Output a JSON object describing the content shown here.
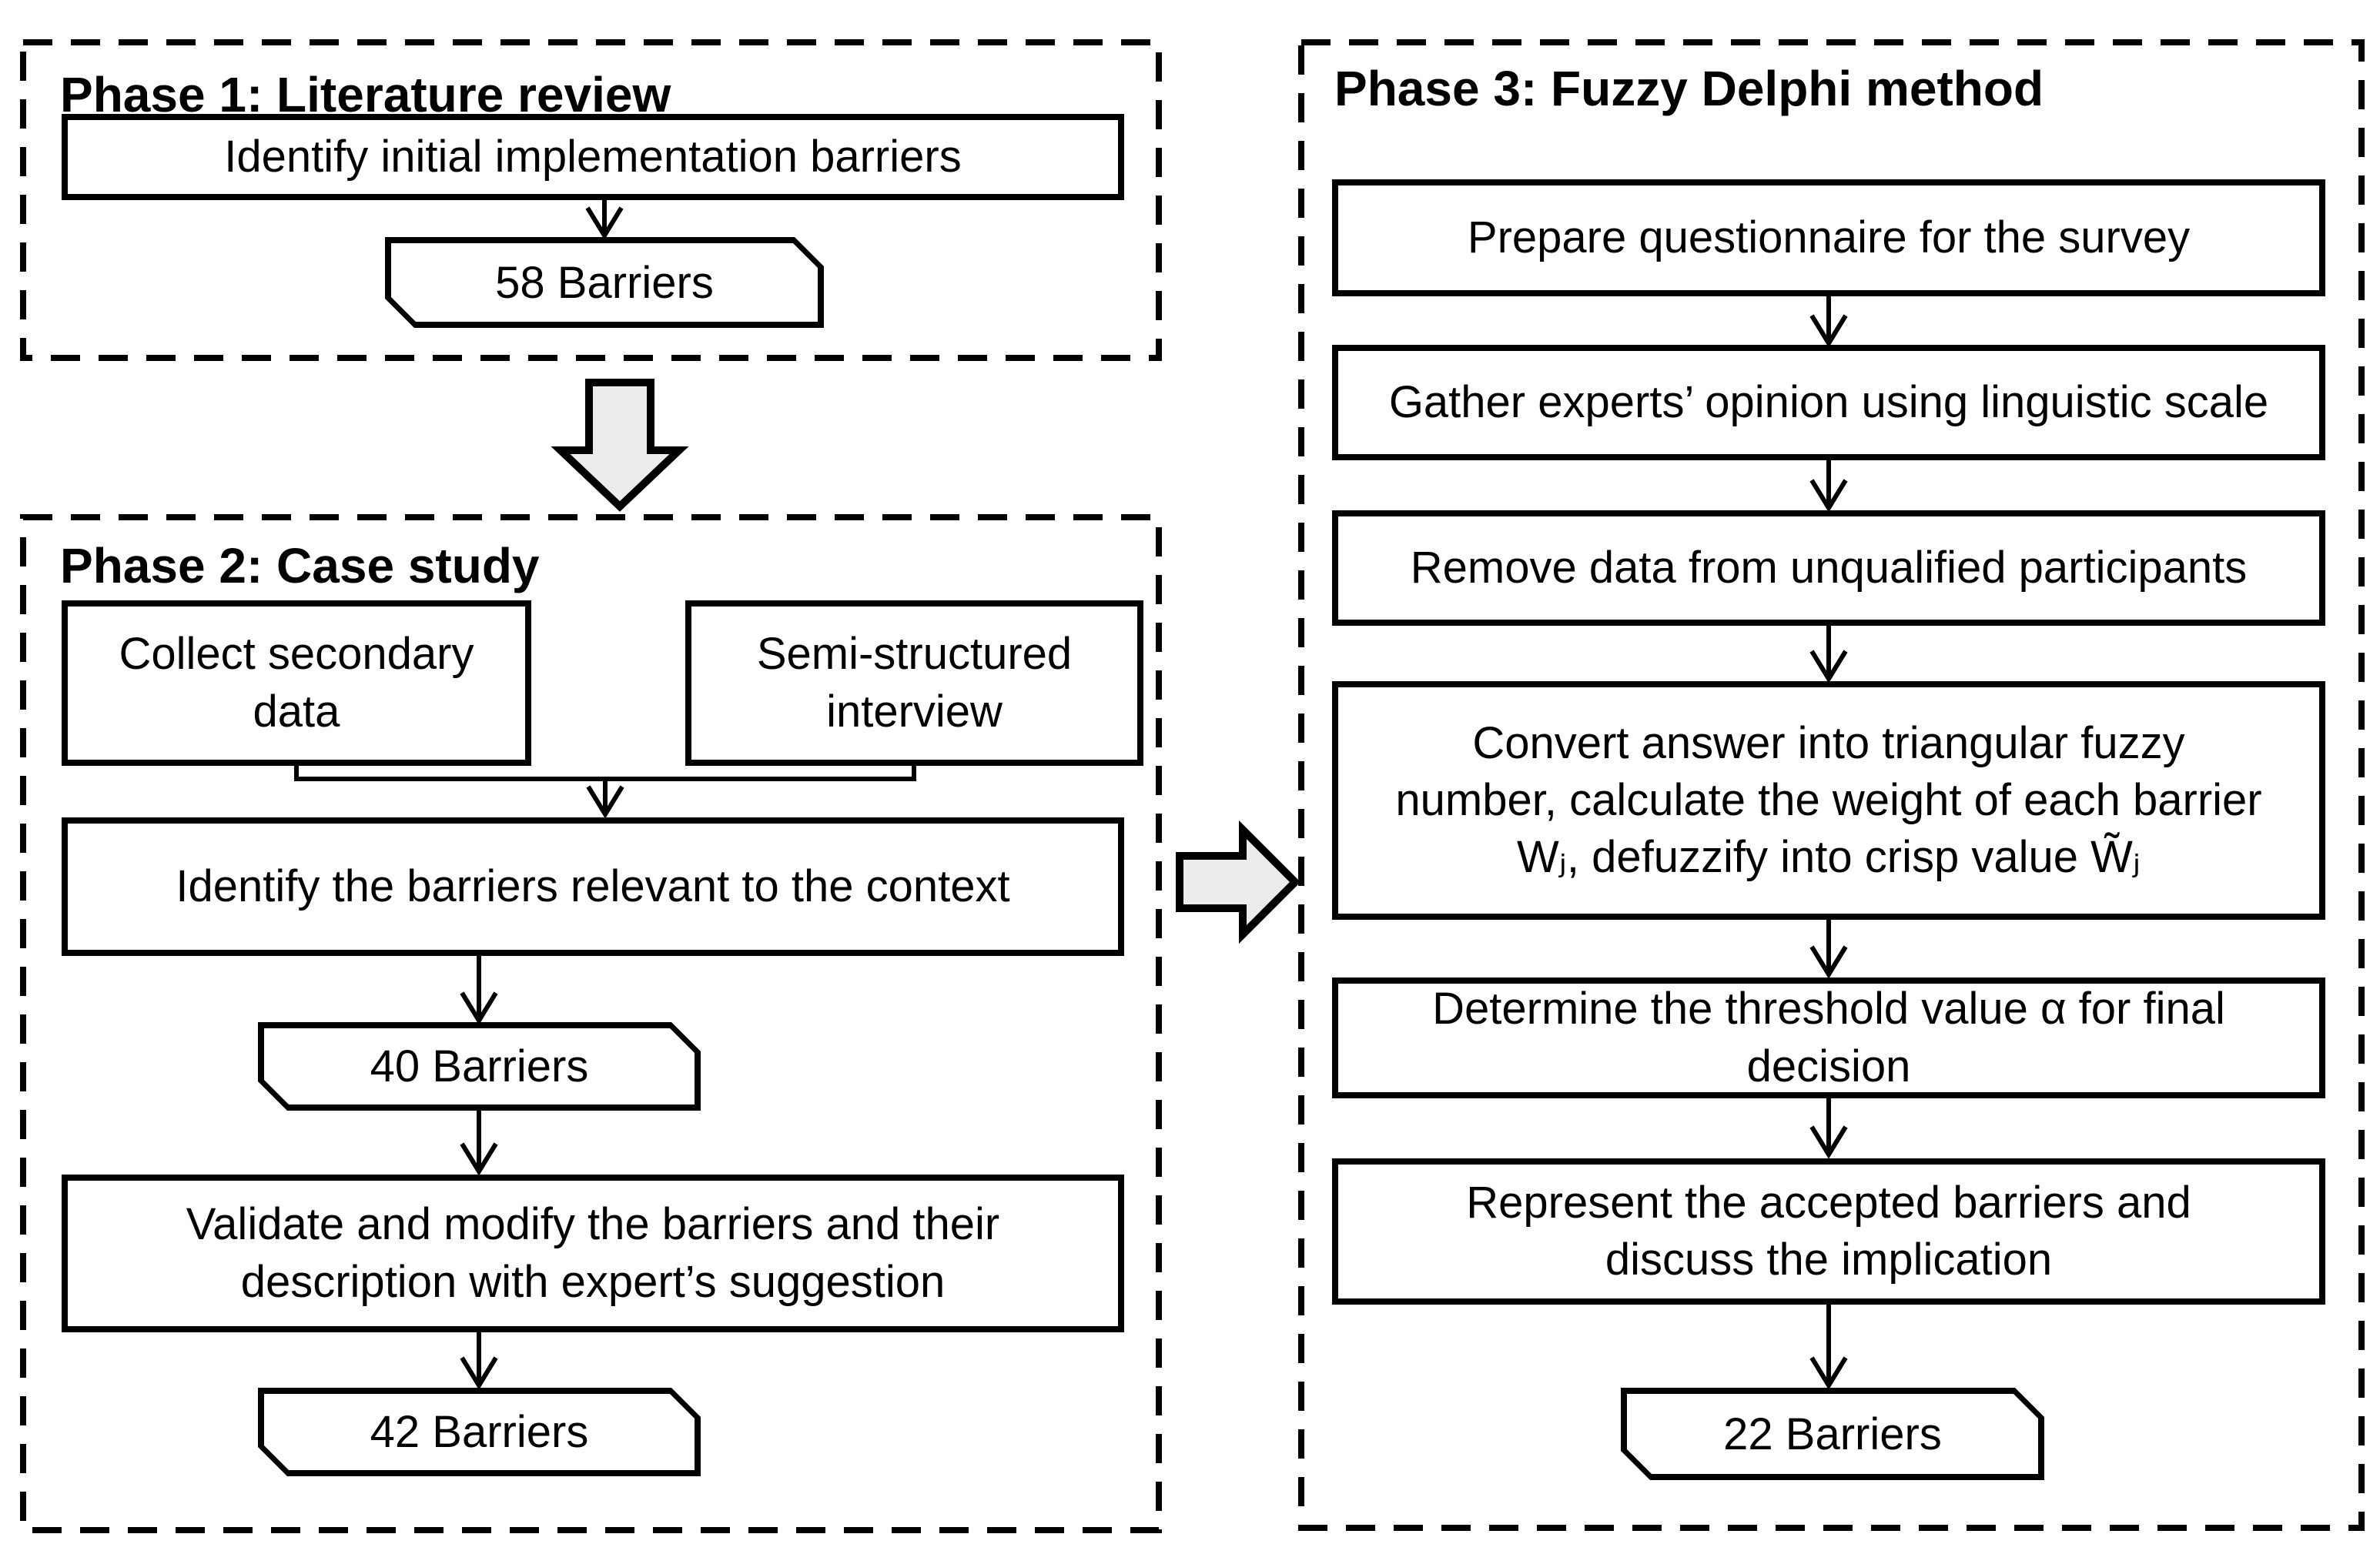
{
  "phase1": {
    "title": "Phase 1: Literature review",
    "step_identify": "Identify initial implementation barriers",
    "result_card": "58 Barriers"
  },
  "phase2": {
    "title": "Phase 2: Case study",
    "step_collect": "Collect secondary data",
    "step_interview": "Semi-structured interview",
    "step_identify_context": "Identify the barriers relevant to the context",
    "card_after_identify": "40 Barriers",
    "step_validate": "Validate and modify the barriers and their description with expert’s suggestion",
    "card_after_validate": "42 Barriers"
  },
  "phase3": {
    "title": "Phase 3: Fuzzy Delphi method",
    "steps": [
      "Prepare questionnaire for the survey",
      "Gather experts’ opinion using linguistic scale",
      "Remove data from unqualified participants",
      "Convert answer into triangular fuzzy number, calculate the weight of each barrier Wⱼ, defuzzify into crisp value W̃ⱼ",
      "Determine the threshold value α for final decision",
      "Represent the accepted barriers and discuss the implication"
    ],
    "result_card": "22 Barriers"
  },
  "connectors": [
    "identify-initial-barriers -> 58-barriers",
    "phase1 -> phase2 (block arrow down)",
    "collect-secondary-data + semi-structured-interview -> identify-barriers-relevant",
    "identify-barriers-relevant -> 40-barriers",
    "40-barriers -> validate-and-modify",
    "validate-and-modify -> 42-barriers",
    "phase2 -> phase3 (block arrow right)",
    "prepare-questionnaire -> gather-experts-opinion -> remove-unqualified-data -> convert-to-fuzzy-number -> determine-threshold -> represent-accepted-barriers -> 22-barriers"
  ],
  "colors": {
    "stroke": "#000000",
    "block_arrow_fill": "#ececec",
    "background": "#ffffff"
  }
}
